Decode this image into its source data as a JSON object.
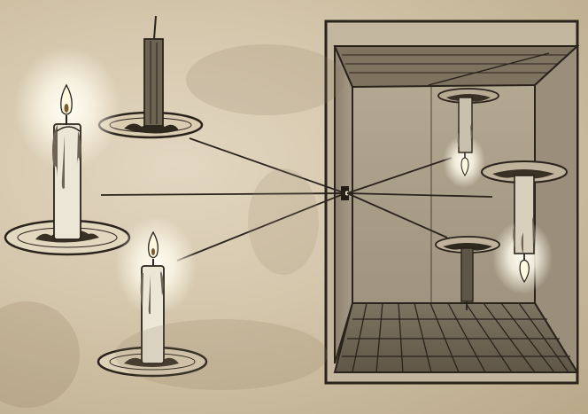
{
  "figure": {
    "subject": "camera obscura",
    "objects": [
      "candle-top",
      "candle-left",
      "candle-bottom"
    ],
    "images": [
      "image-top",
      "image-middle",
      "image-bottom"
    ],
    "colors": {
      "paper": "#d8cbb2",
      "ink": "#2a231c",
      "glow": "#fffdf2",
      "box_wall": "#8f8472",
      "box_inner": "#a59a86"
    }
  }
}
